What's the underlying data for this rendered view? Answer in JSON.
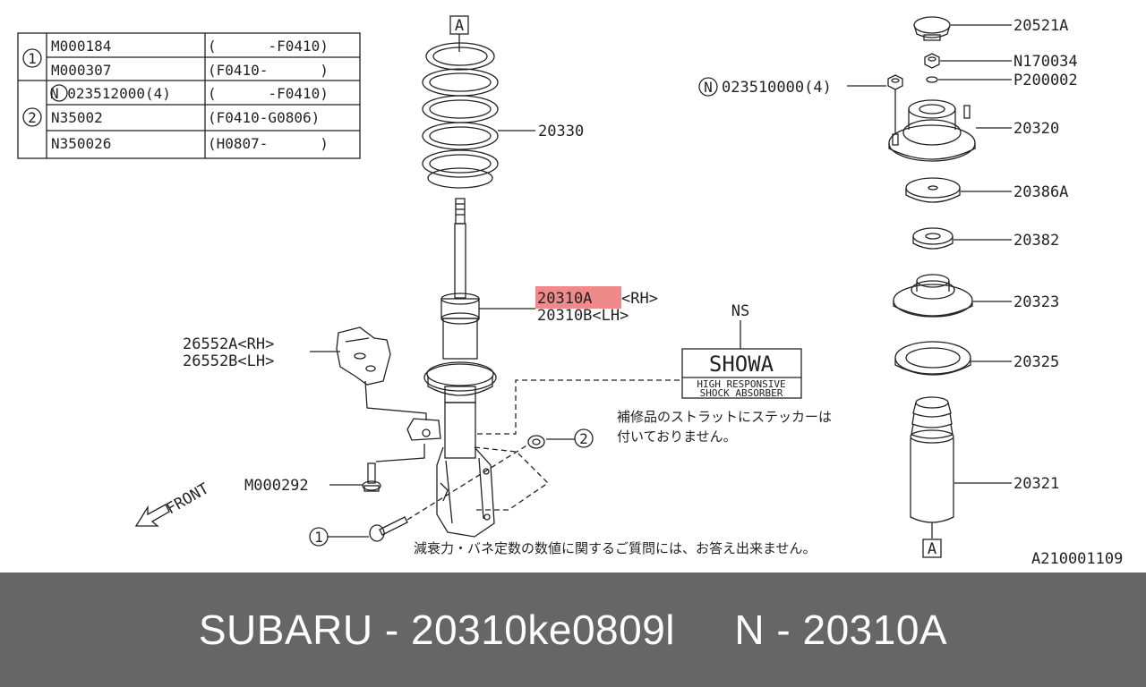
{
  "colors": {
    "footer_bg": "#666666",
    "highlight": "#f08a8a",
    "line": "#222222"
  },
  "table": {
    "groups": [
      {
        "number": "1",
        "rows": [
          {
            "part": "M000184",
            "range": "(      -F0410)"
          },
          {
            "part": "M000307",
            "range": "(F0410-      )"
          }
        ]
      },
      {
        "number": "2",
        "rows": [
          {
            "part": "N 023512000(4)",
            "range": "(      -F0410)"
          },
          {
            "part": "N35002",
            "range": "(F0410-G0806)"
          },
          {
            "part": "N350026",
            "range": "(H0807-      )"
          }
        ]
      }
    ]
  },
  "labels": {
    "marker_a_top": "A",
    "spring": "20330",
    "strut_rh": "20310A",
    "strut_rh_suffix": "<RH>",
    "strut_lh": "20310B<LH>",
    "bracket_rh": "26552A<RH>",
    "bracket_lh": "26552B<LH>",
    "bolt_m": "M000292",
    "callout_1": "1",
    "callout_2": "2",
    "ns": "NS",
    "sticker_brand": "SHOWA",
    "sticker_line1": "HIGH RESPONSIVE",
    "sticker_line2": "SHOCK ABSORBER",
    "note_sticker_1": "補修品のストラットにステッカーは",
    "note_sticker_2": "付いておりません。",
    "note_damping": "減衰力・バネ定数の数値に関するご質問には、お答え出来ません。",
    "front": "FRONT",
    "cap": "20521A",
    "nut": "N170034",
    "washer": "P200002",
    "mount_nut": "023510000(4)",
    "mount_nut_prefix": "N",
    "mount": "20320",
    "seat_upper": "20386A",
    "seat_small": "20382",
    "seat": "20323",
    "seat_lower": "20325",
    "boot": "20321",
    "marker_a_bottom": "A",
    "figure_code": "A210001109"
  },
  "footer": {
    "text": "SUBARU - 20310ke0809l     N - 20310A"
  }
}
